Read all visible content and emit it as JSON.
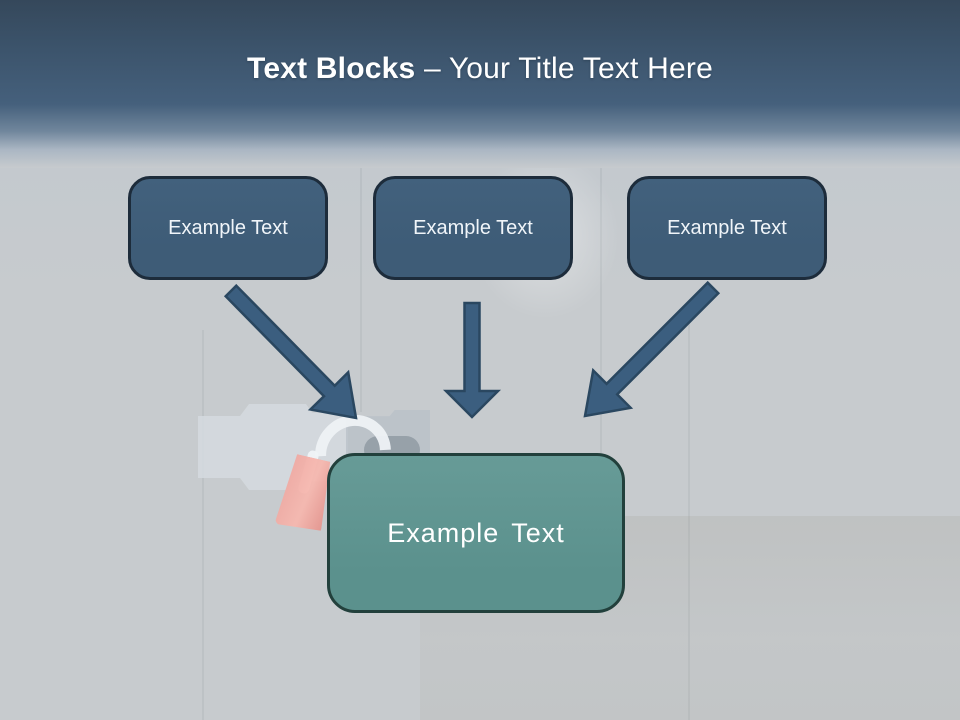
{
  "title": {
    "emphasis": "Text Blocks",
    "rest": "– Your Title Text Here"
  },
  "blocks": [
    {
      "label": "Example Text"
    },
    {
      "label": "Example Text"
    },
    {
      "label": "Example Text"
    }
  ],
  "center_block": {
    "label": "Example Text"
  },
  "colors": {
    "header_top": "#35485b",
    "header_mid": "#45607c",
    "background": "#c7cbce",
    "block_fill": "#3e5c77",
    "block_border": "#1d2c3b",
    "center_fill": "#5b918d",
    "center_border": "#22403c",
    "arrow_fill": "#3b5e7f",
    "arrow_stroke": "#2a4760",
    "padlock_red": "#f3a49c",
    "title_text": "#ffffff"
  }
}
